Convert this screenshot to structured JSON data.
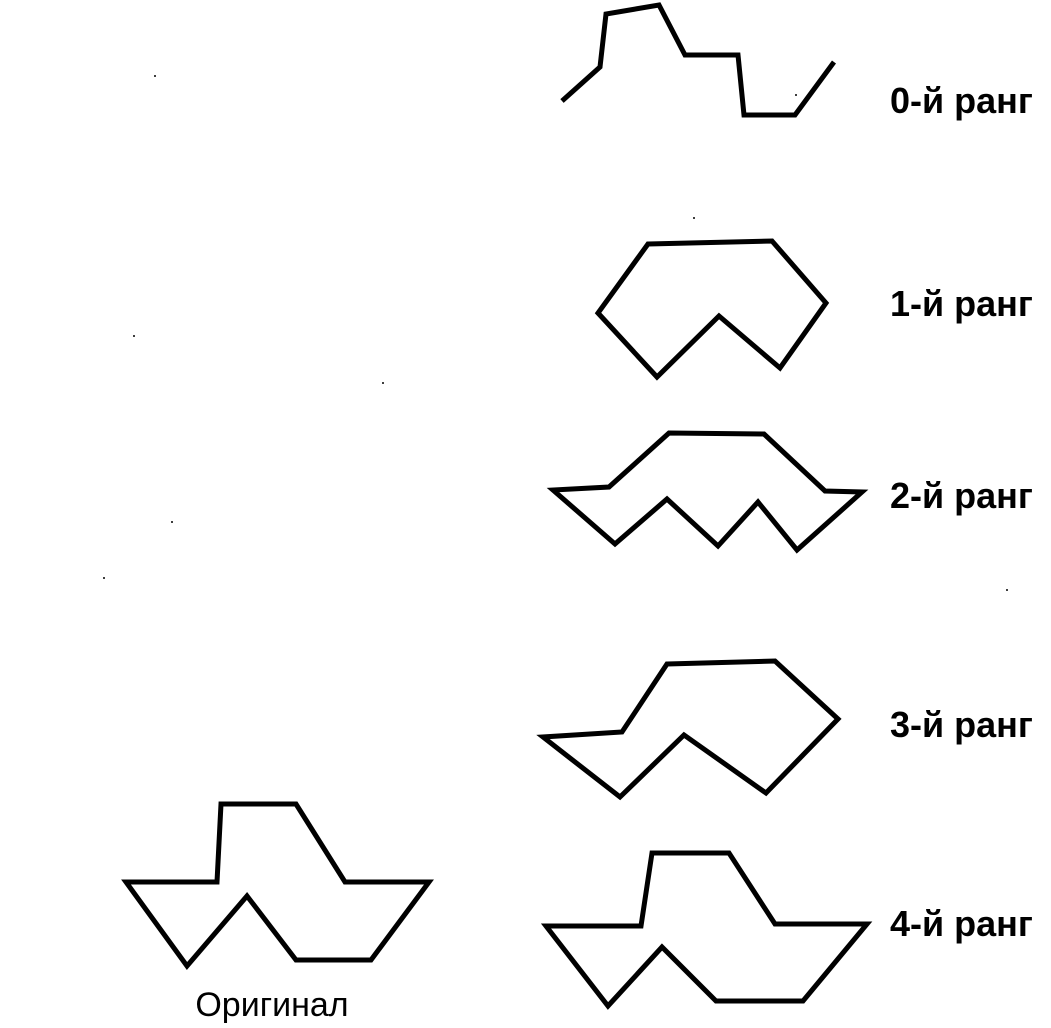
{
  "labels": {
    "rank0": "0-й ранг",
    "rank1": "1-й ранг",
    "rank2": "2-й ранг",
    "rank3": "3-й ранг",
    "rank4": "4-й ранг",
    "original": "Оригинал"
  },
  "colors": {
    "stroke": "#000000",
    "background": "#ffffff"
  }
}
